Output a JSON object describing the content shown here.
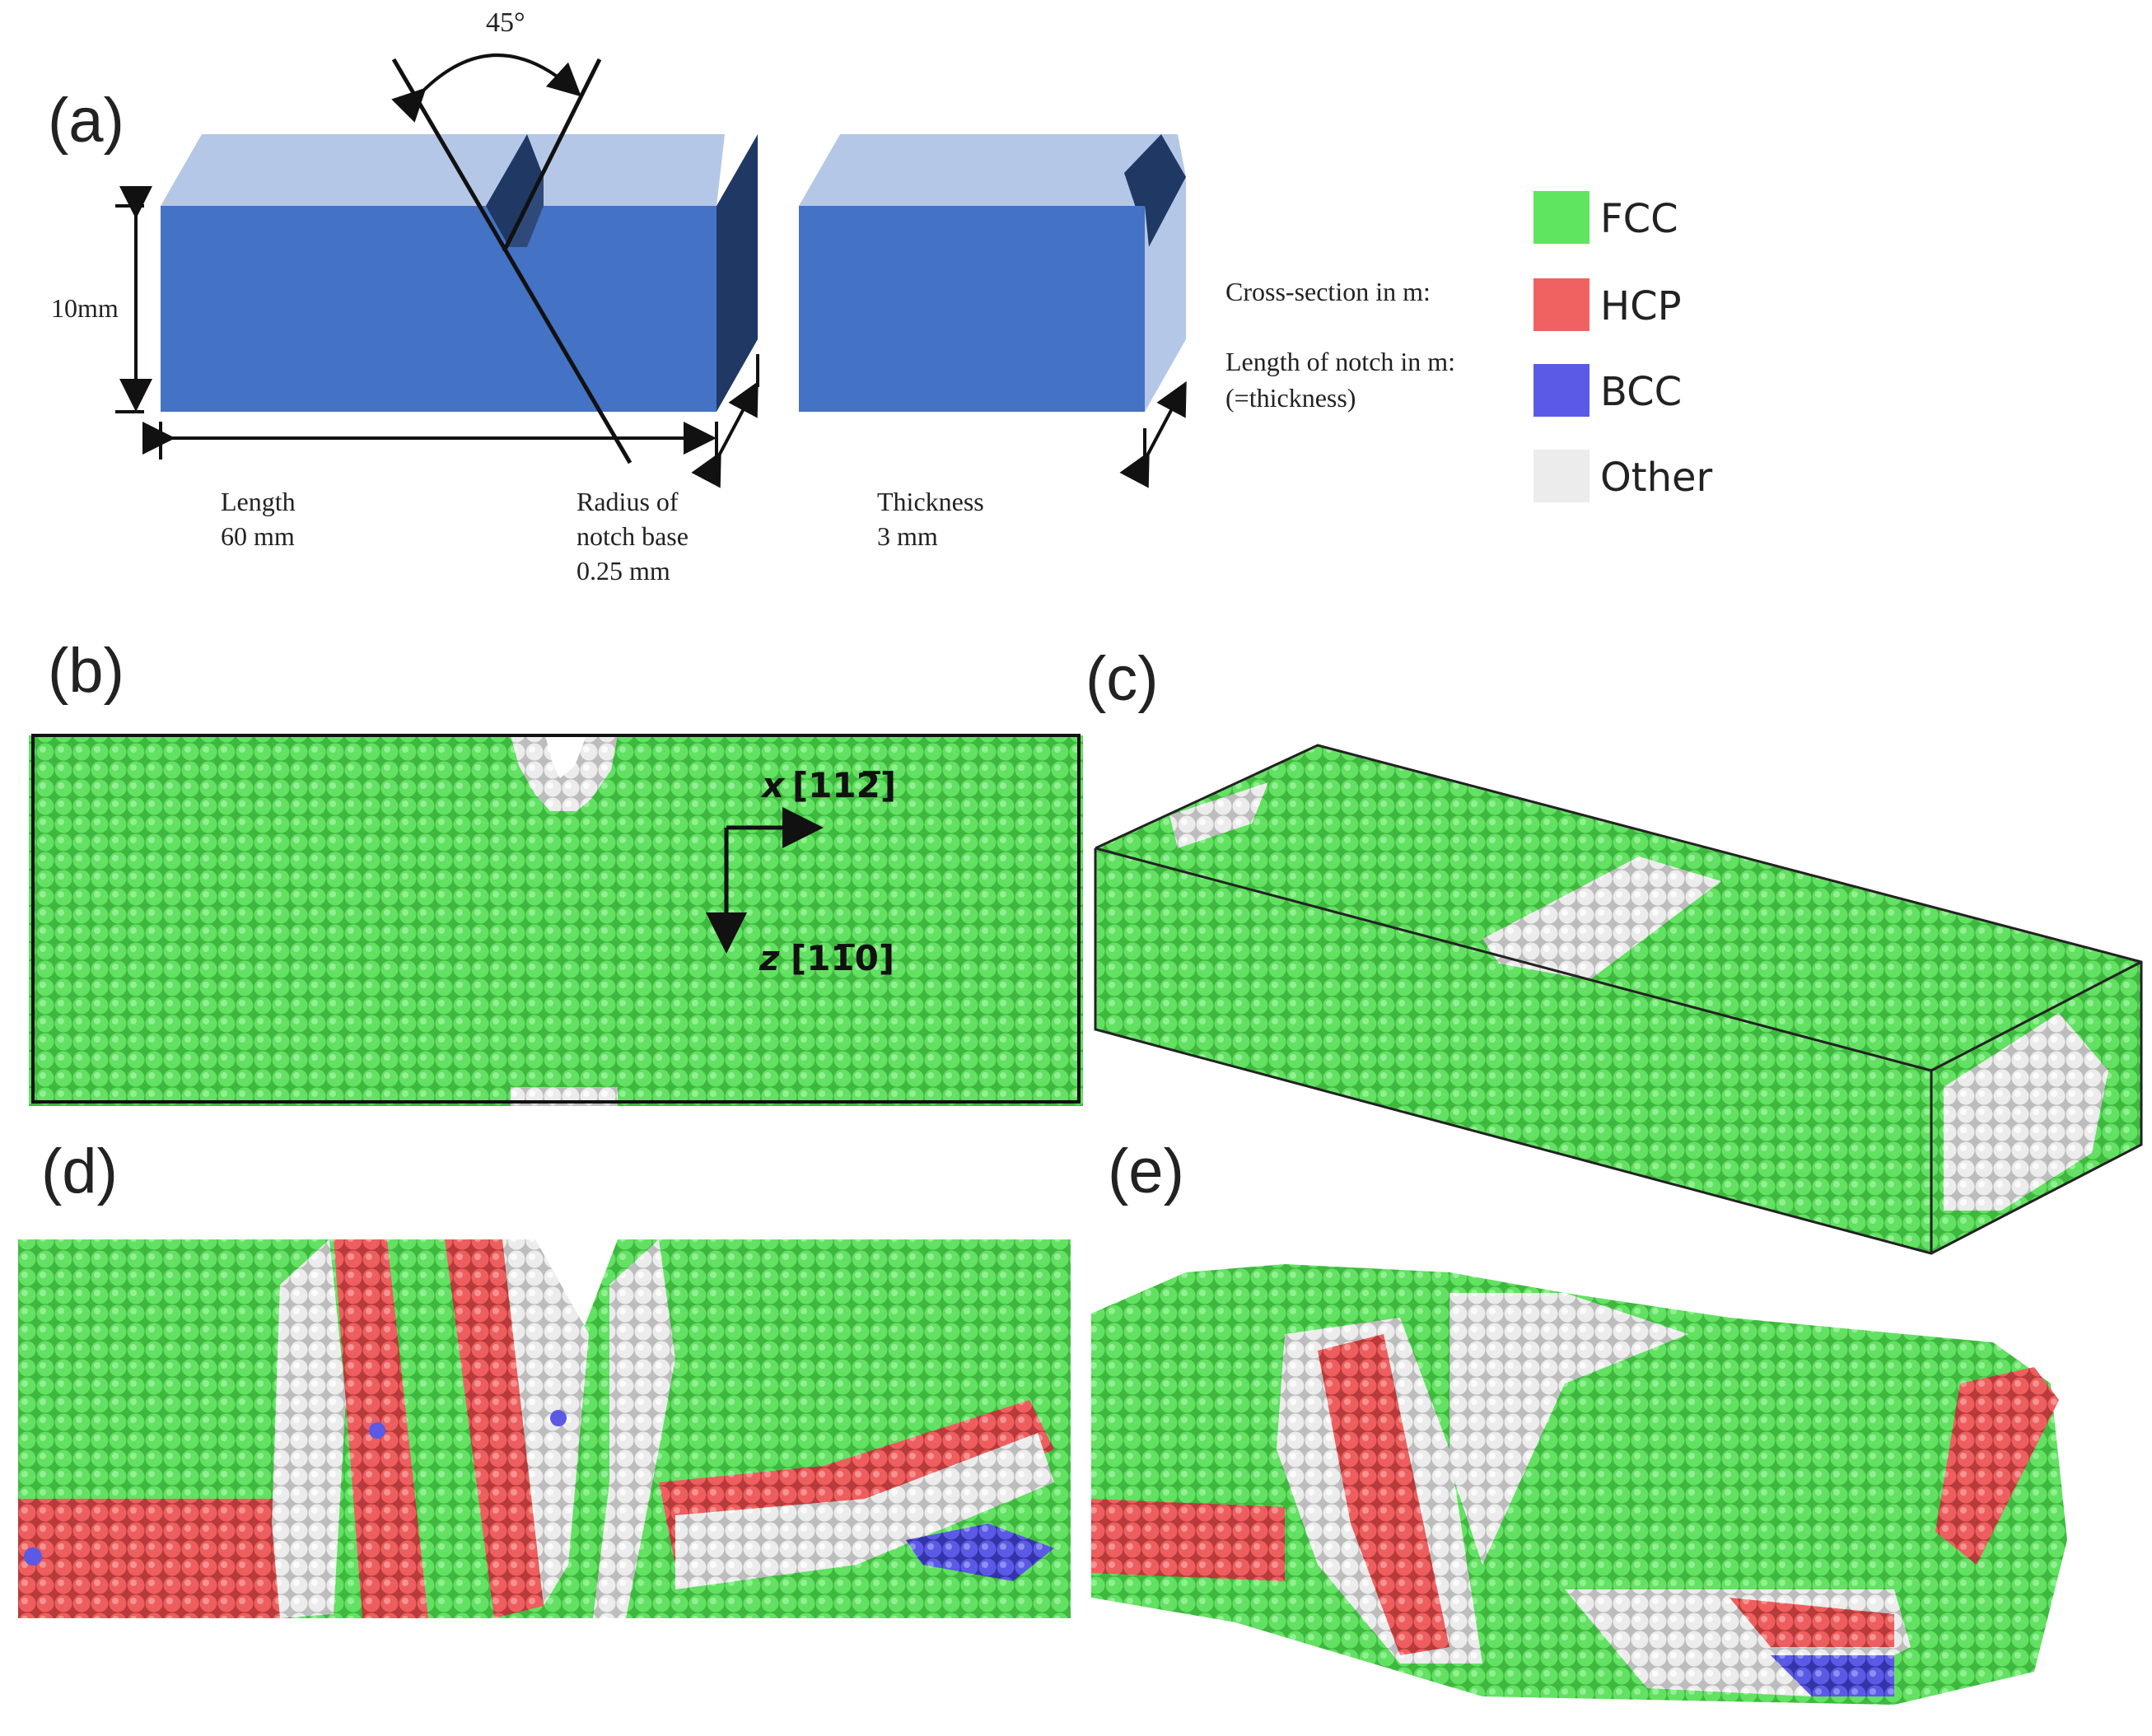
{
  "panels": {
    "a": "(a)",
    "b": "(b)",
    "c": "(c)",
    "d": "(d)",
    "e": "(e)"
  },
  "specimen": {
    "angle": "45°",
    "height": "10mm",
    "cross_section": "Cross-section in m:",
    "notch_length_line1": "Length of notch in m:",
    "notch_length_line2": "(=thickness)",
    "length_line1": "Length",
    "length_line2": "60 mm",
    "radius_line1": "Radius of",
    "radius_line2": "notch base",
    "radius_line3": "0.25 mm",
    "thickness_line1": "Thickness",
    "thickness_line2": "3 mm"
  },
  "legend": [
    {
      "label": "FCC",
      "color": "#5fe55f"
    },
    {
      "label": "HCP",
      "color": "#f06262"
    },
    {
      "label": "BCC",
      "color": "#5a5ae6"
    },
    {
      "label": "Other",
      "color": "#ececec"
    }
  ],
  "axes": {
    "x_name": "x",
    "x_dir": "[112̅]",
    "z_name": "z",
    "z_dir": "[11̅0]"
  },
  "colors": {
    "block_front": "#4472c4",
    "block_top": "#b4c7e7",
    "block_side": "#1f3864",
    "fcc": "#5fe55f",
    "hcp": "#f06262",
    "bcc": "#5a5ae6",
    "other": "#e6e6e6"
  }
}
